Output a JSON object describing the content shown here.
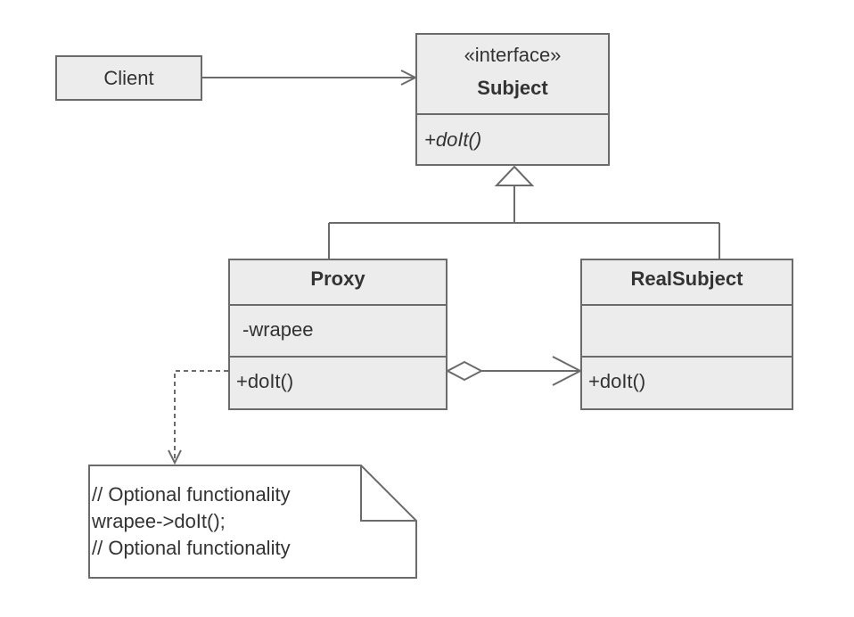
{
  "client": {
    "label": "Client"
  },
  "subject": {
    "stereotype": "«interface»",
    "name": "Subject",
    "method": "+doIt()"
  },
  "proxy": {
    "name": "Proxy",
    "field": "-wrapee",
    "method": "+doIt()"
  },
  "real_subject": {
    "name": "RealSubject",
    "method": "+doIt()"
  },
  "note": {
    "lines": [
      "// Optional functionality",
      "wrapee->doIt();",
      "// Optional functionality"
    ]
  },
  "colors": {
    "fill": "#ececec",
    "stroke": "#6b6b6b",
    "text": "#333333"
  }
}
